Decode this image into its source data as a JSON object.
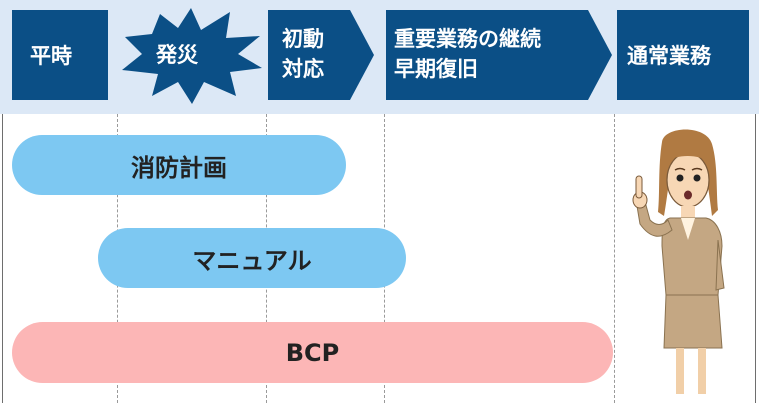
{
  "phases": [
    {
      "id": "heiji",
      "lines": [
        "平時"
      ]
    },
    {
      "id": "hassai",
      "lines": [
        "発災"
      ]
    },
    {
      "id": "shodo",
      "lines": [
        "初動",
        "対応"
      ]
    },
    {
      "id": "keizoku",
      "lines": [
        "重要業務の継続",
        "早期復旧"
      ]
    },
    {
      "id": "tsujo",
      "lines": [
        "通常業務"
      ]
    }
  ],
  "bars": [
    {
      "label": "消防計画",
      "color": "#7dc8f2"
    },
    {
      "label": "マニュアル",
      "color": "#7dc8f2"
    },
    {
      "label": "BCP",
      "color": "#fcb6b6"
    }
  ],
  "colors": {
    "header_background": "#dce8f6",
    "phase_fill": "#0b4f86",
    "phase_text": "#ffffff"
  },
  "illustration": "businesswoman-pointing-finger"
}
